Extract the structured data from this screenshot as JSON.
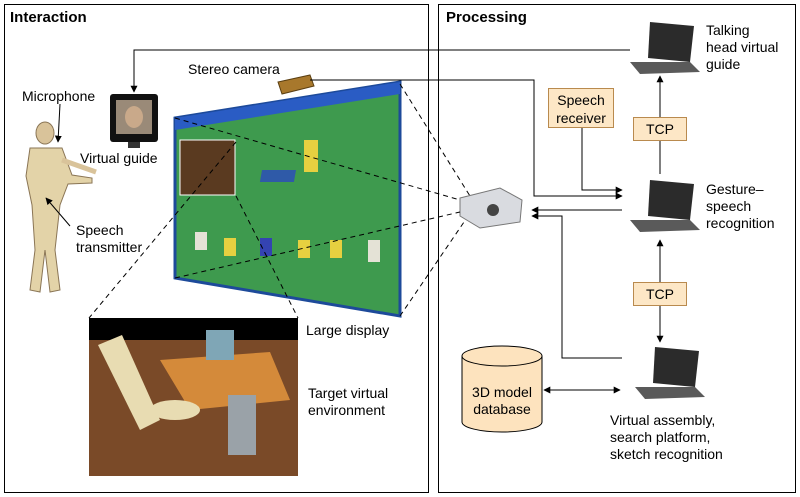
{
  "panels": {
    "interaction": "Interaction",
    "processing": "Processing"
  },
  "labels": {
    "microphone": "Microphone",
    "speech_transmitter": [
      "Speech",
      "transmitter"
    ],
    "virtual_guide": "Virtual guide",
    "stereo_camera": "Stereo camera",
    "large_display": "Large display",
    "target_env": [
      "Target virtual",
      "environment"
    ],
    "talking_head": [
      "Talking",
      "head virtual",
      "guide"
    ],
    "speech_receiver": [
      "Speech",
      "receiver"
    ],
    "tcp_top": "TCP",
    "tcp_bottom": "TCP",
    "gesture_speech": [
      "Gesture–",
      "speech",
      "recognition"
    ],
    "database": [
      "3D model",
      "database"
    ],
    "virtual_assembly": [
      "Virtual assembly,",
      "search platform,",
      "sketch recognition"
    ]
  },
  "colors": {
    "tag_fill": "#fde7c6",
    "db_fill": "#fde3be",
    "display_green": "#3e9a4e",
    "floor": "#7a4a28"
  }
}
